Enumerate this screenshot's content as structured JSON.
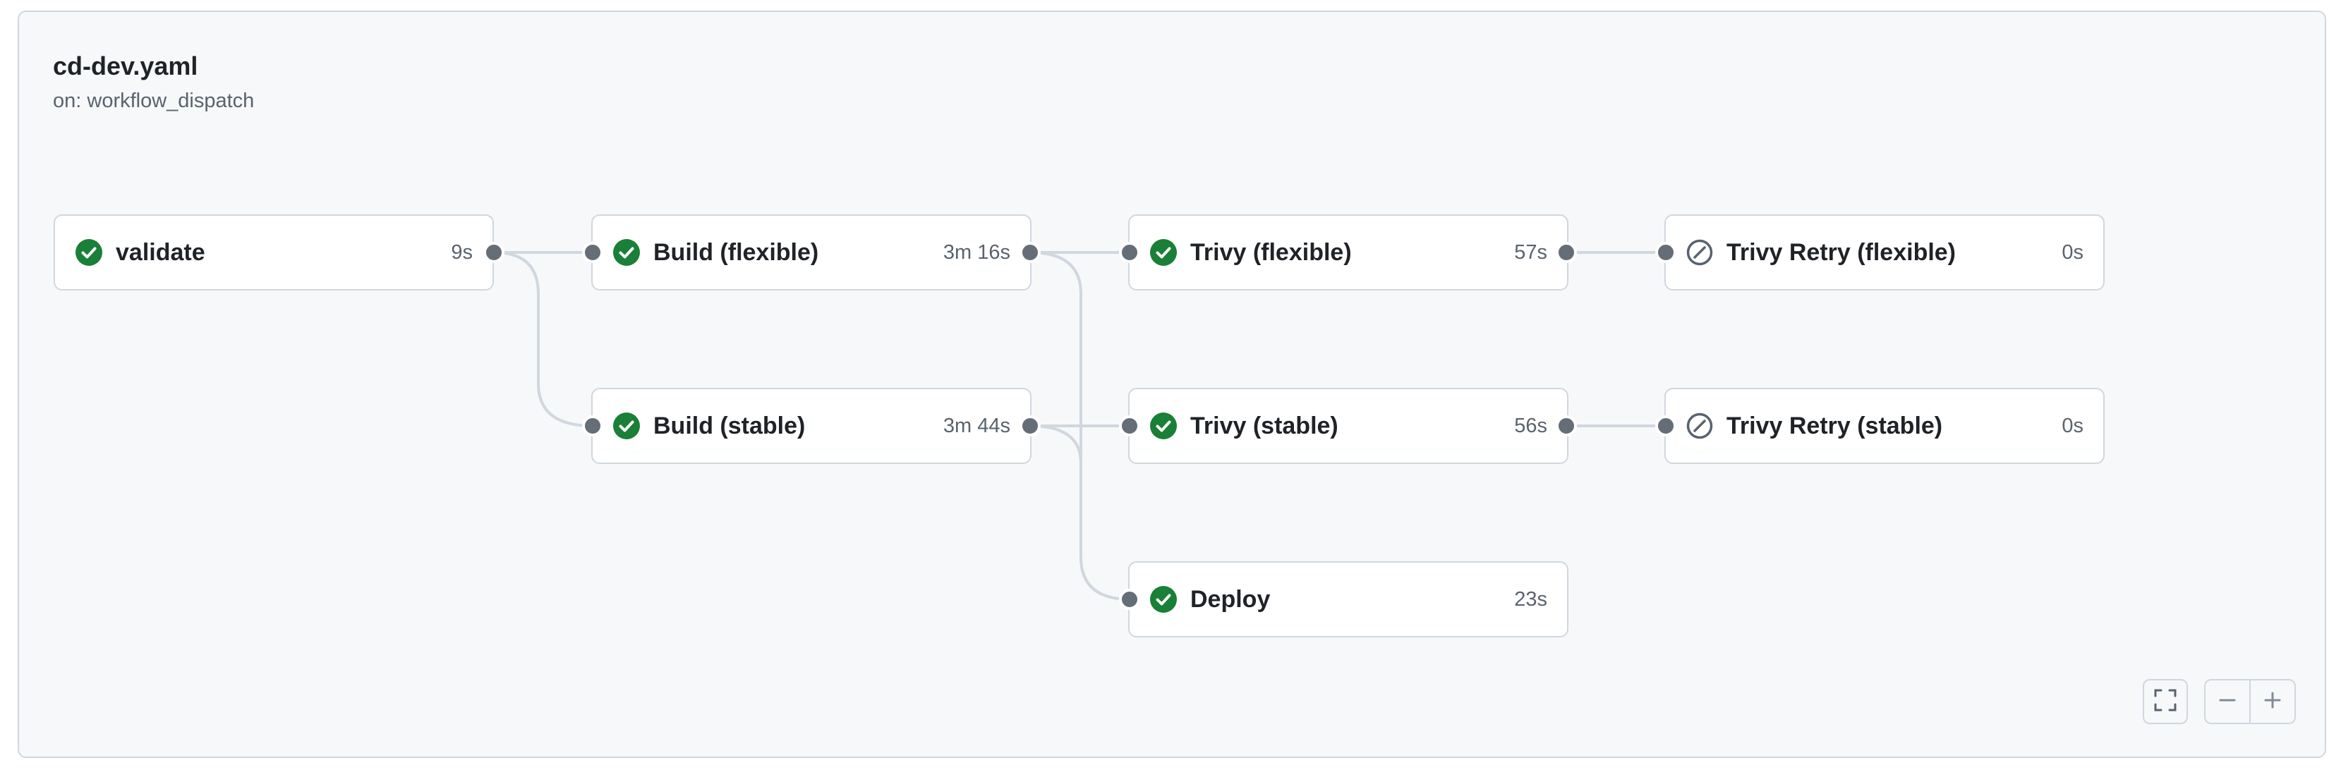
{
  "workflow": {
    "title": "cd-dev.yaml",
    "trigger": "on: workflow_dispatch"
  },
  "jobs": [
    {
      "id": "validate",
      "name": "validate",
      "duration": "9s",
      "status": "success"
    },
    {
      "id": "build-flexible",
      "name": "Build (flexible)",
      "duration": "3m 16s",
      "status": "success"
    },
    {
      "id": "build-stable",
      "name": "Build (stable)",
      "duration": "3m 44s",
      "status": "success"
    },
    {
      "id": "trivy-flexible",
      "name": "Trivy (flexible)",
      "duration": "57s",
      "status": "success"
    },
    {
      "id": "trivy-stable",
      "name": "Trivy (stable)",
      "duration": "56s",
      "status": "success"
    },
    {
      "id": "deploy",
      "name": "Deploy",
      "duration": "23s",
      "status": "success"
    },
    {
      "id": "trivy-retry-flexible",
      "name": "Trivy Retry (flexible)",
      "duration": "0s",
      "status": "skipped"
    },
    {
      "id": "trivy-retry-stable",
      "name": "Trivy Retry (stable)",
      "duration": "0s",
      "status": "skipped"
    }
  ],
  "icons": {
    "success": "check-circle-fill-icon",
    "skipped": "skip-icon",
    "fullscreen": "screen-full-icon",
    "zoom_out": "dash-icon",
    "zoom_in": "plus-icon"
  },
  "colors": {
    "success": "#1a7f37",
    "skipped": "#59636e",
    "connector": "#d0d7de",
    "node": "#656d76"
  }
}
